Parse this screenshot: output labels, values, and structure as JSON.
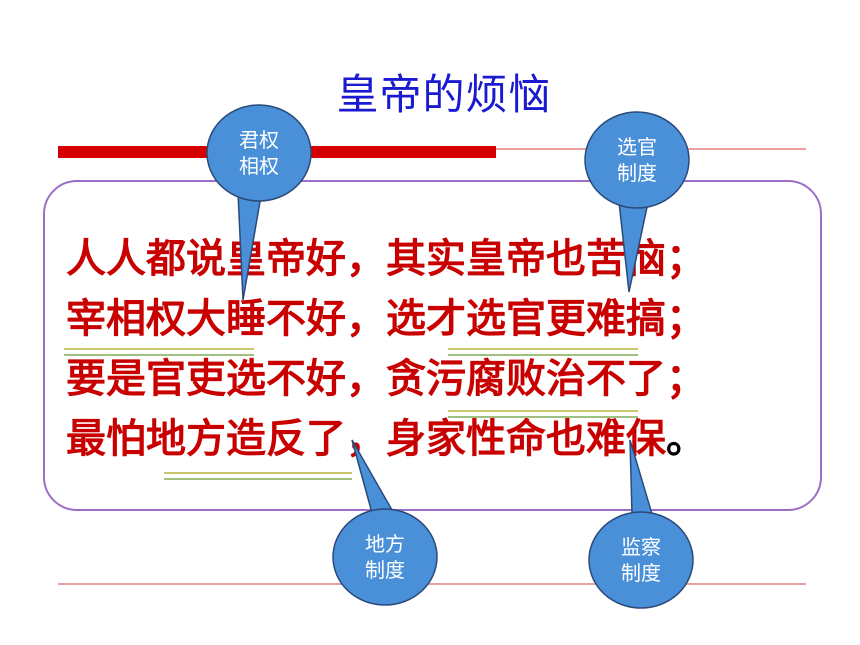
{
  "title": "皇帝的烦恼",
  "poem": {
    "line1": "人人都说皇帝好，其实皇帝也苦恼；",
    "line2": "宰相权大睡不好，选才选官更难搞；",
    "line3": "要是官吏选不好，贪污腐败治不了；",
    "line4_main": "最怕地方造反了，身家性命也难保",
    "line4_end": "。"
  },
  "bubbles": {
    "b1": {
      "line1": "君权",
      "line2": "相权"
    },
    "b2": {
      "line1": "选官",
      "line2": "制度"
    },
    "b3": {
      "line1": "地方",
      "line2": "制度"
    },
    "b4": {
      "line1": "监察",
      "line2": "制度"
    }
  },
  "colors": {
    "title": "#1a1ad0",
    "poem": "#c80000",
    "bubble": "#4a90d8",
    "accent_bar": "#d40000",
    "frame": "#9b6fc8"
  }
}
